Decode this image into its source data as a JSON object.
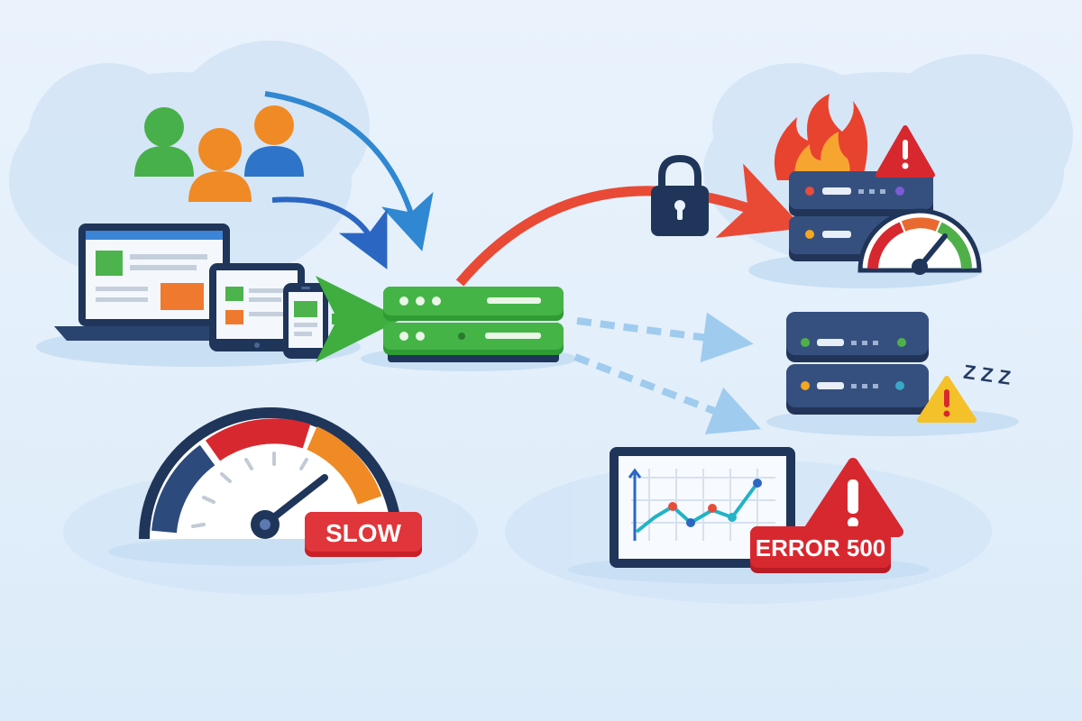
{
  "labels": {
    "slow_badge": "SLOW",
    "error_badge": "ERROR 500",
    "sleep_text": "Z Z Z"
  },
  "colors": {
    "background": "#e3eefa",
    "cloud": "#d3e5f7",
    "green_server": "#3aa83a",
    "navy_server": "#2c3e66",
    "arrow_blue": "#2f88d1",
    "arrow_red": "#e84a36",
    "dashed_arrow": "#9fcbee",
    "alert_red": "#d8282f",
    "warning_yellow": "#f5c12b"
  },
  "icons": [
    "users-icon",
    "laptop-icon",
    "tablet-icon",
    "phone-icon",
    "load-balancer-icon",
    "lock-icon",
    "fire-icon",
    "server-stack-icon",
    "gauge-icon",
    "sleep-icon",
    "warning-icon",
    "monitor-chart-icon",
    "speedometer-icon"
  ]
}
